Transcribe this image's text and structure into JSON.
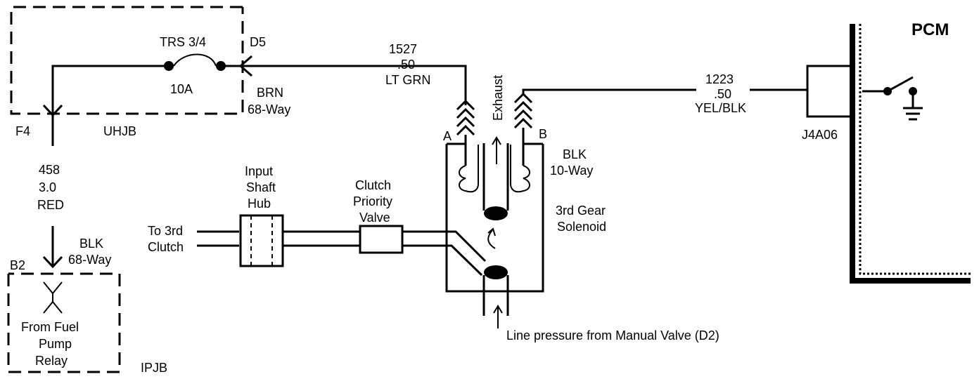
{
  "modules": {
    "uhjb": "UHJB",
    "ipjb": "IPJB",
    "pcm": "PCM"
  },
  "fuse": {
    "name": "TRS 3/4",
    "rating": "10A"
  },
  "pins": {
    "d5": "D5",
    "f4": "F4",
    "b2": "B2",
    "a": "A",
    "b": "B",
    "pcm_pin": "J4A06"
  },
  "connectors": {
    "uhjb_color": "BRN",
    "uhjb_way": "68-Way",
    "ipjb_color": "BLK",
    "ipjb_way": "68-Way",
    "solenoid_color": "BLK",
    "solenoid_way": "10-Way"
  },
  "wires": {
    "w458_circuit": "458",
    "w458_gauge": "3.0",
    "w458_color": "RED",
    "w1527_circuit": "1527",
    "w1527_gauge": ".50",
    "w1527_color": "LT GRN",
    "w1223_circuit": "1223",
    "w1223_gauge": ".50",
    "w1223_color": "YEL/BLK"
  },
  "relay": {
    "line1": "From Fuel",
    "line2": "Pump",
    "line3": "Relay"
  },
  "hydraulics": {
    "to_clutch_line1": "To 3rd",
    "to_clutch_line2": "Clutch",
    "hub_line1": "Input",
    "hub_line2": "Shaft",
    "hub_line3": "Hub",
    "cpv_line1": "Clutch",
    "cpv_line2": "Priority",
    "cpv_line3": "Valve",
    "exhaust": "Exhaust",
    "solenoid_line1": "3rd Gear",
    "solenoid_line2": "Solenoid",
    "line_pressure": "Line pressure from Manual Valve (D2)"
  }
}
